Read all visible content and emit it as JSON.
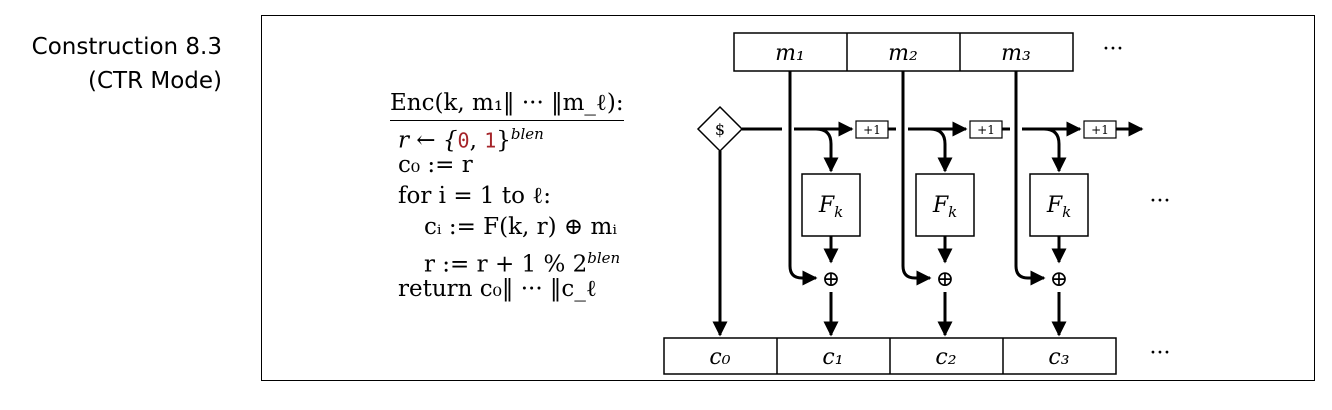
{
  "caption": {
    "line1": "Construction 8.3",
    "line2": "(CTR Mode)"
  },
  "algorithm": {
    "header": "Enc(k, m₁‖ ··· ‖m_ℓ):",
    "lines": [
      {
        "pre": "r ← {",
        "bit0": "0",
        "sep": ", ",
        "bit1": "1",
        "post": "}",
        "sup": "blen"
      },
      {
        "text": "c₀ := r"
      },
      {
        "text": "for i = 1 to ℓ:"
      },
      {
        "text": "cᵢ := F(k, r) ⊕ mᵢ"
      },
      {
        "text": "r := r + 1 % 2",
        "sup": "blen"
      },
      {
        "text": "return c₀‖ ··· ‖c_ℓ"
      }
    ]
  },
  "diagram": {
    "inputs": [
      "m₁",
      "m₂",
      "m₃"
    ],
    "outputs": [
      "c₀",
      "c₁",
      "c₂",
      "c₃"
    ],
    "random_symbol": "$",
    "increment_label": "+1",
    "prf_label": "F",
    "prf_subscript": "k",
    "xor_symbol": "⊕",
    "ellipsis": "···"
  }
}
